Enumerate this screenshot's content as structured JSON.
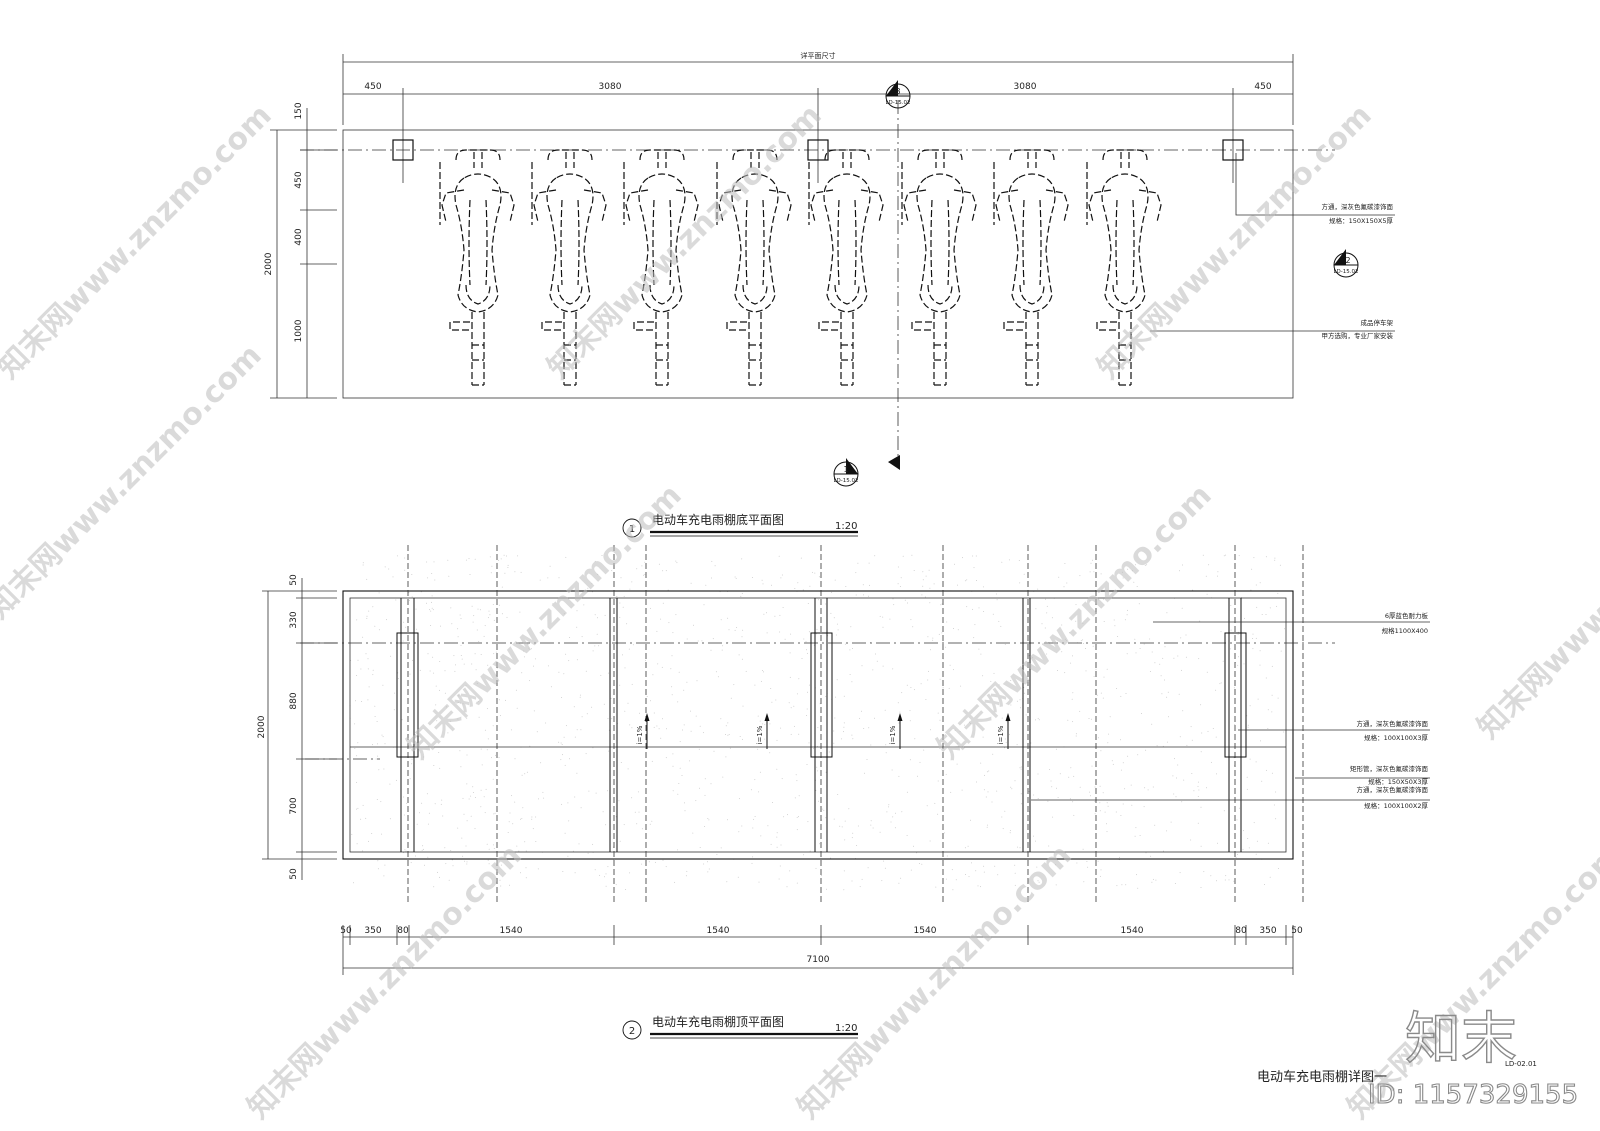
{
  "top_plan": {
    "overall_label": "详平面尺寸",
    "h_dims": [
      "450",
      "3080",
      "3080",
      "450"
    ],
    "v_dims": [
      "150",
      "450",
      "400",
      "1000"
    ],
    "v_total": "2000",
    "notes": [
      {
        "line1": "方通，深灰色氟碳漆饰面",
        "line2": "规格：150X150X5厚"
      },
      {
        "line1": "成品停车架",
        "line2": "甲方选购，专业厂家安装"
      }
    ],
    "sections": [
      {
        "num": "3",
        "ref": "LD-15.02"
      },
      {
        "num": "2",
        "ref": "LD-15.02"
      },
      {
        "num": "1",
        "ref": "LD-15.02"
      }
    ],
    "title_num": "1",
    "title": "电动车充电雨棚底平面图",
    "scale": "1:20"
  },
  "bottom_plan": {
    "v_dims": [
      "50",
      "330",
      "880",
      "700",
      "50"
    ],
    "v_total": "2000",
    "h_dims": [
      "50",
      "350",
      "80",
      "1540",
      "1540",
      "1540",
      "1540",
      "80",
      "350",
      "50"
    ],
    "h_total": "7100",
    "slope": "i=1%",
    "notes": [
      {
        "line1": "6厚蓝色耐力板",
        "line2": "规格1100X400"
      },
      {
        "line1": "方通，深灰色氟碳漆饰面",
        "line2": "规格：100X100X3厚"
      },
      {
        "line1": "矩形管，深灰色氟碳漆饰面",
        "line2": "规格：150X50X3厚"
      },
      {
        "line1": "方通，深灰色氟碳漆饰面",
        "line2": "规格：100X100X2厚"
      }
    ],
    "title_num": "2",
    "title": "电动车充电雨棚顶平面图",
    "scale": "1:20"
  },
  "sheet": {
    "title": "电动车充电雨棚详图一",
    "code": "LD-02.01"
  },
  "watermark": {
    "logo": "知末",
    "id": "ID: 1157329155",
    "site": "知末网www.znzmo.com"
  }
}
